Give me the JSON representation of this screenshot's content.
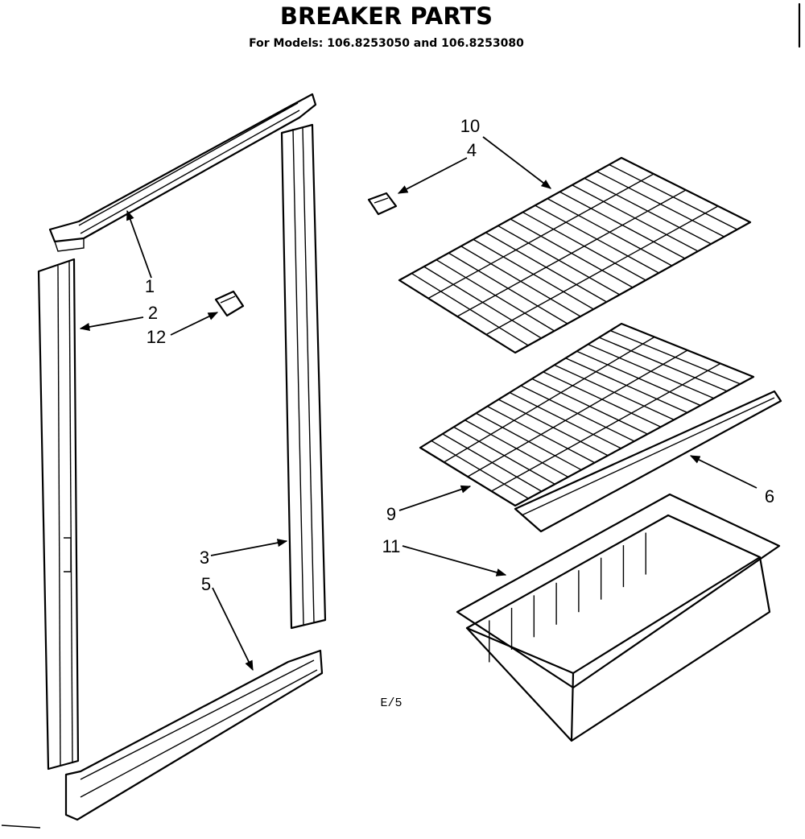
{
  "header": {
    "title": "BREAKER PARTS",
    "subtitle": "For Models: 106.8253050  and 106.8253080"
  },
  "callouts": [
    {
      "id": "c1",
      "label": "1",
      "part": "part-1"
    },
    {
      "id": "c2",
      "label": "2",
      "part": "part-2"
    },
    {
      "id": "c3",
      "label": "3",
      "part": "part-3"
    },
    {
      "id": "c4",
      "label": "4",
      "part": "part-4"
    },
    {
      "id": "c5",
      "label": "5",
      "part": "part-5"
    },
    {
      "id": "c6",
      "label": "6",
      "part": "part-6"
    },
    {
      "id": "c9",
      "label": "9",
      "part": "part-9"
    },
    {
      "id": "c10",
      "label": "10",
      "part": "part-10"
    },
    {
      "id": "c11",
      "label": "11",
      "part": "part-11"
    },
    {
      "id": "c12",
      "label": "12",
      "part": "part-12"
    }
  ],
  "footer": {
    "code": "E/5"
  }
}
